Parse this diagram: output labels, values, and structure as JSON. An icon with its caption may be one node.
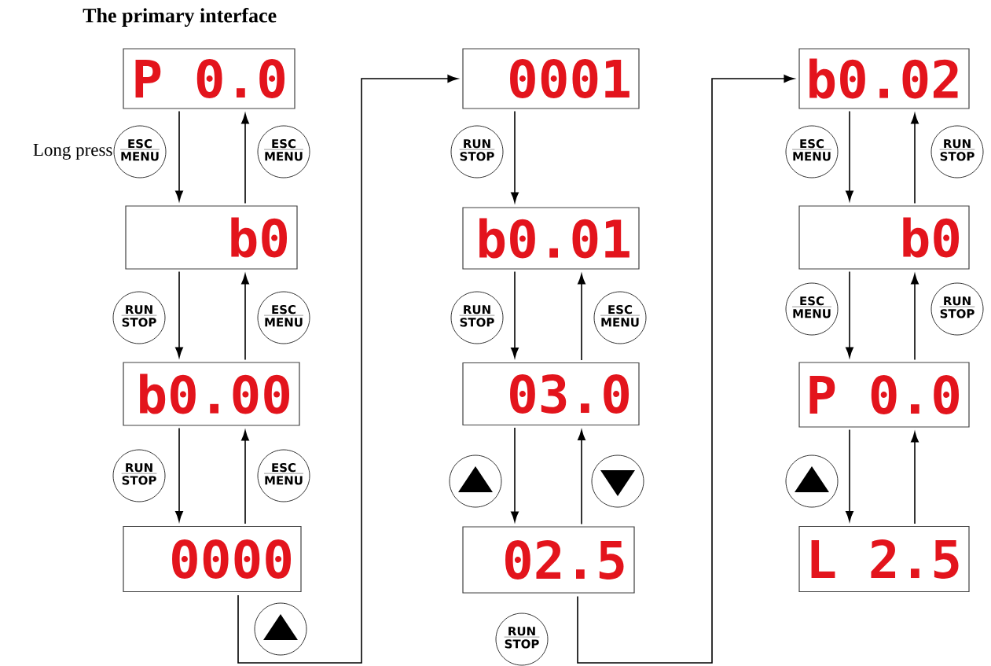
{
  "diagram": {
    "title": "The primary interface",
    "nodes": [
      {
        "text": [
          "P 0.0"
        ]
      },
      {
        "text": [
          "b0"
        ]
      },
      {
        "text": [
          "b0.00"
        ]
      },
      {
        "text": [
          "0000"
        ]
      },
      {
        "text": [
          "0001"
        ]
      },
      {
        "text": [
          "b0.01"
        ]
      },
      {
        "text": [
          "03.0"
        ]
      },
      {
        "text": [
          "02.5"
        ]
      },
      {
        "text": [
          "b0.02"
        ]
      },
      {
        "text": [
          "b0"
        ]
      },
      {
        "text": [
          "P 0.0"
        ]
      },
      {
        "text": [
          "L 2.5"
        ]
      },
      {
        "text": [
          "ESC",
          "MENU"
        ],
        "beside": [
          "Long press"
        ]
      },
      {
        "text": [
          "ESC",
          "MENU"
        ]
      },
      {
        "text": [
          "RUN",
          "STOP"
        ]
      },
      {
        "text": [
          "ESC",
          "MENU"
        ]
      },
      {
        "text": [
          "RUN",
          "STOP"
        ]
      },
      {
        "text": [
          "ESC",
          "MENU"
        ]
      },
      {
        "text": [],
        "shape": "circle"
      },
      {
        "text": [
          "RUN",
          "STOP"
        ]
      },
      {
        "text": [
          "RUN",
          "STOP"
        ]
      },
      {
        "text": [
          "ESC",
          "MENU"
        ]
      },
      {
        "text": [],
        "shape": "circle"
      },
      {
        "text": [],
        "shape": "circle"
      },
      {
        "text": [
          "RUN",
          "STOP"
        ]
      },
      {
        "text": [
          "ESC",
          "MENU"
        ]
      },
      {
        "text": [
          "RUN",
          "STOP"
        ]
      },
      {
        "text": [
          "ESC",
          "MENU"
        ]
      },
      {
        "text": [
          "RUN",
          "STOP"
        ]
      },
      {
        "text": [],
        "shape": "circle"
      }
    ],
    "edges": [
      {
        "from": 0,
        "to": 1,
        "arrow": "to"
      },
      {
        "from": 1,
        "to": 0,
        "arrow": "to"
      },
      {
        "from": 1,
        "to": 2,
        "arrow": "to"
      },
      {
        "from": 2,
        "to": 1,
        "arrow": "to"
      },
      {
        "from": 2,
        "to": 3,
        "arrow": "to"
      },
      {
        "from": 3,
        "to": 2,
        "arrow": "to"
      },
      {
        "from": 3,
        "to": 4,
        "arrow": "to"
      },
      {
        "from": 4,
        "to": 5,
        "arrow": "to"
      },
      {
        "from": 5,
        "to": 6,
        "arrow": "to"
      },
      {
        "from": 6,
        "to": 5,
        "arrow": "to"
      },
      {
        "from": 6,
        "to": 7,
        "arrow": "to"
      },
      {
        "from": 7,
        "to": 6,
        "arrow": "to"
      },
      {
        "from": 7,
        "to": 8,
        "arrow": "to"
      },
      {
        "from": 8,
        "to": 9,
        "arrow": "to"
      },
      {
        "from": 9,
        "to": 8,
        "arrow": "to"
      },
      {
        "from": 9,
        "to": 10,
        "arrow": "to"
      },
      {
        "from": 10,
        "to": 9,
        "arrow": "to"
      },
      {
        "from": 10,
        "to": 11,
        "arrow": "to"
      },
      {
        "from": 11,
        "to": 10,
        "arrow": "to"
      }
    ]
  }
}
